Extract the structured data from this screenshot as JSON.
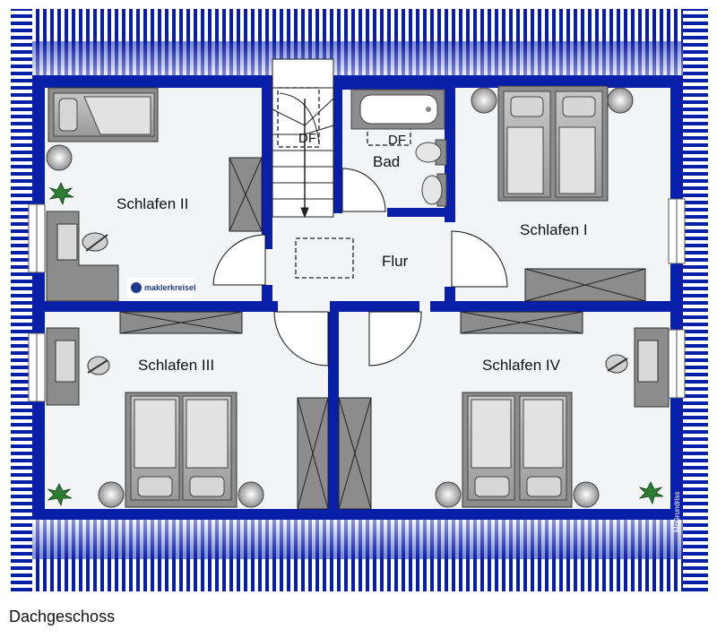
{
  "plan": {
    "rooms": {
      "schlafen_2": "Schlafen II",
      "schlafen_1": "Schlafen I",
      "schlafen_3": "Schlafen III",
      "schlafen_4": "Schlafen IV",
      "flur": "Flur",
      "bad": "Bad"
    },
    "df_left": "DF",
    "df_right": "DF",
    "logo_text": "maklerkreisel",
    "credit": "McGrundriss",
    "caption": "Dachgeschoss"
  },
  "colors": {
    "wall": "#0a1fa8",
    "floor": "#f3f4f6",
    "furniture": "#8c8c8c",
    "furniture_light": "#d4d4d4",
    "plant": "#2e7d32"
  },
  "icons": [
    "plant-icon",
    "chair-icon",
    "bed-icon",
    "wardrobe-icon",
    "bathtub-icon",
    "toilet-icon",
    "sink-icon",
    "staircase-icon",
    "logo-icon"
  ]
}
